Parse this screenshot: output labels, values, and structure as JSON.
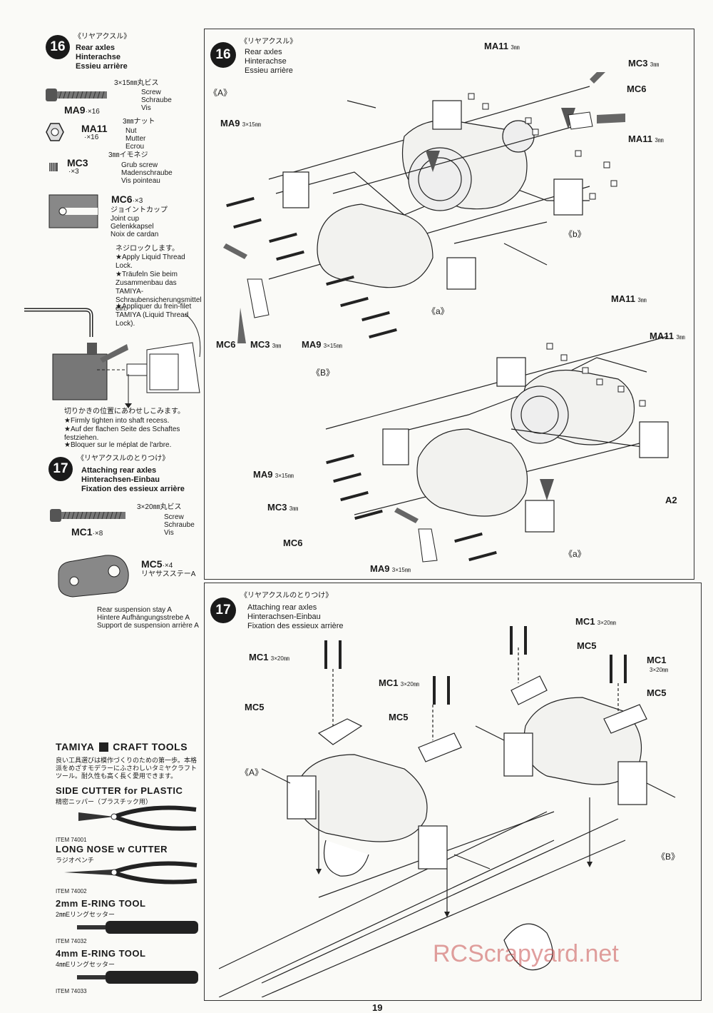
{
  "sidebar": {
    "step16": {
      "num": "16",
      "jp": "《リヤアクスル》",
      "en": "Rear axles",
      "de": "Hinterachse",
      "fr": "Essieu arrière"
    },
    "ma9": {
      "spec_jp": "3×15㎜丸ビス",
      "en": "Screw",
      "de": "Schraube",
      "fr": "Vis",
      "code": "MA9",
      "qty": "·×16"
    },
    "ma11": {
      "spec_jp": "3㎜ナット",
      "en": "Nut",
      "de": "Mutter",
      "fr": "Ecrou",
      "code": "MA11",
      "qty": "·×16"
    },
    "mc3": {
      "spec_jp": "3㎜イモネジ",
      "en": "Grub screw",
      "de": "Madenschraube",
      "fr": "Vis pointeau",
      "code": "MC3",
      "qty": "·×3"
    },
    "mc6": {
      "code": "MC6",
      "qty": "·×3",
      "jp": "ジョイントカップ",
      "en": "Joint cup",
      "de": "Gelenkkapsel",
      "fr": "Noix de cardan"
    },
    "lock": {
      "jp": "ネジロックします。",
      "en": "★Apply Liquid Thread Lock.",
      "de": "★Träufeln Sie beim Zusammenbau das TAMIYA-Schraubensicherungsmittel ein.",
      "fr": "★Appliquer du frein-filet TAMIYA (Liquid Thread Lock)."
    },
    "recess": {
      "jp": "切りかきの位置にあわせしこみます。",
      "en": "★Firmly tighten into shaft recess.",
      "de": "★Auf der flachen Seite des Schaftes festziehen.",
      "fr": "★Bloquer sur le méplat de l'arbre."
    },
    "step17": {
      "num": "17",
      "jp": "《リヤアクスルのとりつけ》",
      "en": "Attaching rear axles",
      "de": "Hinterachsen-Einbau",
      "fr": "Fixation des essieux arrière"
    },
    "mc1": {
      "spec_jp": "3×20㎜丸ビス",
      "en": "Screw",
      "de": "Schraube",
      "fr": "Vis",
      "code": "MC1",
      "qty": "·×8"
    },
    "mc5": {
      "code": "MC5",
      "qty": "·×4",
      "jp": "リヤサスステーA",
      "en": "Rear suspension stay A",
      "de": "Hintere Aufhängungsstrebe A",
      "fr": "Support de suspension arrière A"
    },
    "tools": {
      "brand": "TAMIYA",
      "title": "CRAFT TOOLS",
      "intro": "良い工具選びは模作づくりのための第一歩。本格派をめざすモデラーにふさわしいタミヤクラフトツール。耐久性も高く長く愛用できます。",
      "items": [
        {
          "name": "SIDE CUTTER for PLASTIC",
          "jp": "精密ニッパー（プラスチック用）",
          "item": "ITEM 74001"
        },
        {
          "name": "LONG NOSE w CUTTER",
          "jp": "ラジオペンチ",
          "item": "ITEM 74002"
        },
        {
          "name": "2mm E-RING TOOL",
          "jp": "2㎜Eリングセッター",
          "item": "ITEM 74032"
        },
        {
          "name": "4mm E-RING TOOL",
          "jp": "4㎜Eリングセッター",
          "item": "ITEM 74033"
        }
      ]
    }
  },
  "panel16": {
    "num": "16",
    "jp": "《リヤアクスル》",
    "en": "Rear axles",
    "de": "Hinterachse",
    "fr": "Essieu arrière",
    "view_a": "《A》",
    "view_b": "《B》",
    "labels": {
      "ma11_top": "MA11",
      "ma11_top_mm": "3㎜",
      "mc3_top": "MC3",
      "mc3_top_mm": "3㎜",
      "mc6_top": "MC6",
      "ma11_right": "MA11",
      "ma11_right_mm": "3㎜",
      "ma9_left": "MA9",
      "ma9_left_mm": "3×15㎜",
      "b_mark": "《b》",
      "a_mark": "《a》",
      "mc6_bottom": "MC6",
      "mc3_bottom": "MC3",
      "mc3_bottom_mm": "3㎜",
      "ma9_bottom": "MA9",
      "ma9_bottom_mm": "3×15㎜",
      "b_ma11_top": "MA11",
      "b_ma11_top_mm": "3㎜",
      "b_ma11_right": "MA11",
      "b_ma11_right_mm": "3㎜",
      "b_ma9_left": "MA9",
      "b_ma9_left_mm": "3×15㎜",
      "b_mc3": "MC3",
      "b_mc3_mm": "3㎜",
      "b_mc6": "MC6",
      "b_a2": "A2",
      "b_a_mark": "《a》",
      "b_ma9_bottom": "MA9",
      "b_ma9_bottom_mm": "3×15㎜"
    }
  },
  "panel17": {
    "num": "17",
    "jp": "《リヤアクスルのとりつけ》",
    "en": "Attaching rear axles",
    "de": "Hinterachsen-Einbau",
    "fr": "Fixation des essieux arrière",
    "labels": {
      "mc1_a": "MC1",
      "mc1_a_mm": "3×20㎜",
      "mc5_a": "MC5",
      "mc1_b": "MC1",
      "mc1_b_mm": "3×20㎜",
      "mc5_b": "MC5",
      "mc1_c": "MC1",
      "mc1_c_mm": "3×20㎜",
      "mc5_c": "MC5",
      "mc1_d": "MC1",
      "mc1_d_mm": "3×20㎜",
      "mc5_d": "MC5",
      "view_a": "《A》",
      "view_b": "《B》"
    }
  },
  "watermark": "RCScrapyard.net",
  "page_number": "19"
}
